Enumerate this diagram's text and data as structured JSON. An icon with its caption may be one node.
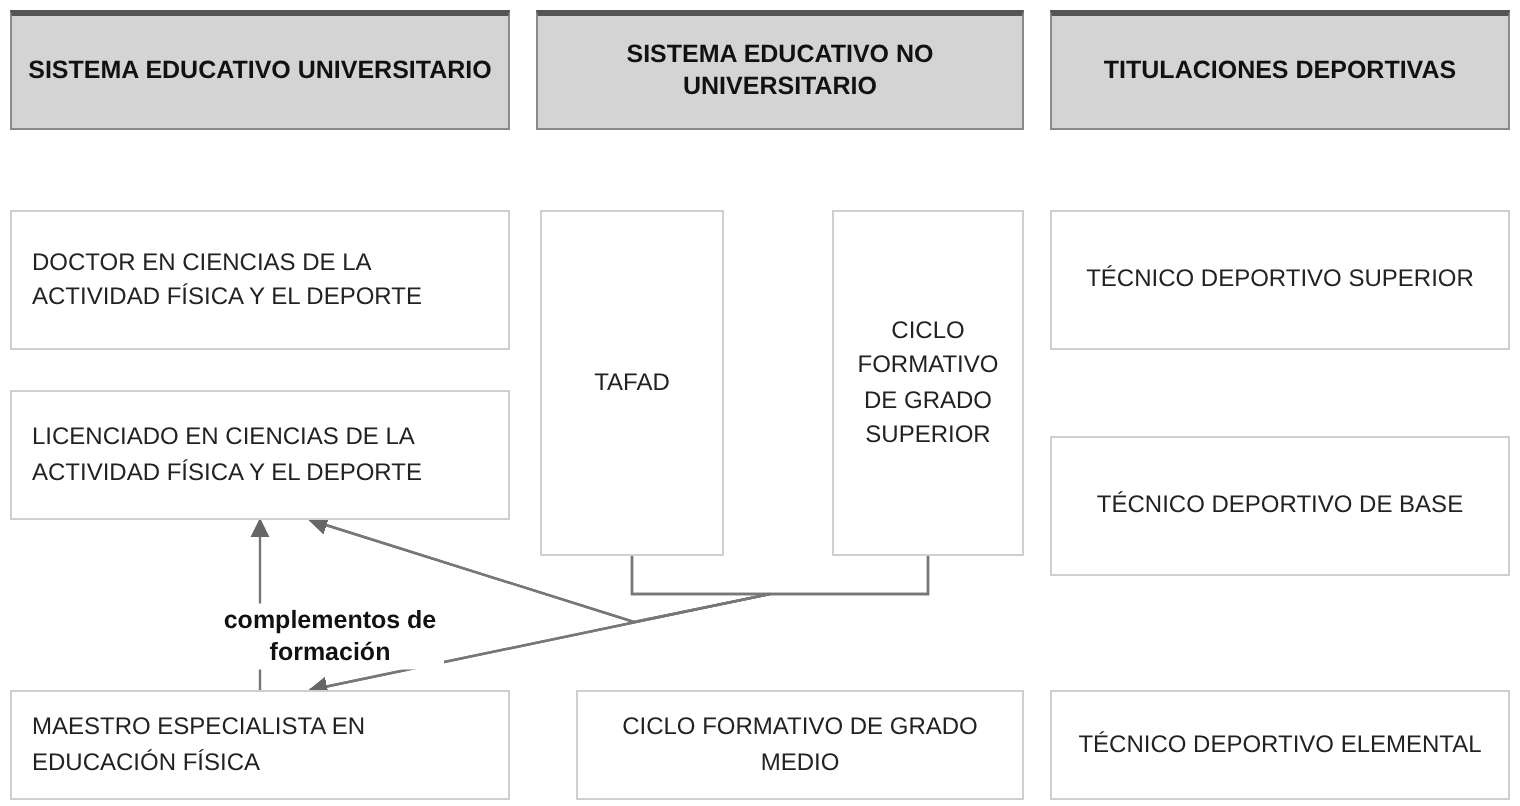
{
  "diagram": {
    "nodes": [
      {
        "text": [
          "SISTEMA EDUCATIVO UNIVERSITARIO"
        ]
      },
      {
        "text": [
          "SISTEMA EDUCATIVO NO UNIVERSITARIO"
        ]
      },
      {
        "text": [
          "TITULACIONES DEPORTIVAS"
        ]
      },
      {
        "text": [
          "DOCTOR EN CIENCIAS DE LA ACTIVIDAD FÍSICA Y EL DEPORTE"
        ]
      },
      {
        "text": [
          "LICENCIADO EN CIENCIAS DE LA ACTIVIDAD FÍSICA Y EL DEPORTE"
        ]
      },
      {
        "text": [
          "MAESTRO ESPECIALISTA EN EDUCACIÓN FÍSICA"
        ]
      },
      {
        "text": [
          "TAFAD"
        ]
      },
      {
        "text": [
          "CICLO FORMATIVO DE GRADO SUPERIOR"
        ]
      },
      {
        "text": [
          "CICLO FORMATIVO DE GRADO MEDIO"
        ]
      },
      {
        "text": [
          "TÉCNICO DEPORTIVO SUPERIOR"
        ]
      },
      {
        "text": [
          "TÉCNICO DEPORTIVO DE BASE"
        ]
      },
      {
        "text": [
          "TÉCNICO DEPORTIVO ELEMENTAL"
        ]
      }
    ],
    "edges": [
      {
        "from": 5,
        "to": 4,
        "arrow": "to",
        "label": "complementos de formación"
      },
      {
        "from": 6,
        "to": 4,
        "arrow": "to"
      },
      {
        "from": 7,
        "to": 4,
        "arrow": "to"
      },
      {
        "from": 6,
        "to": 5,
        "arrow": "to"
      },
      {
        "from": 7,
        "to": 5,
        "arrow": "to"
      }
    ]
  }
}
